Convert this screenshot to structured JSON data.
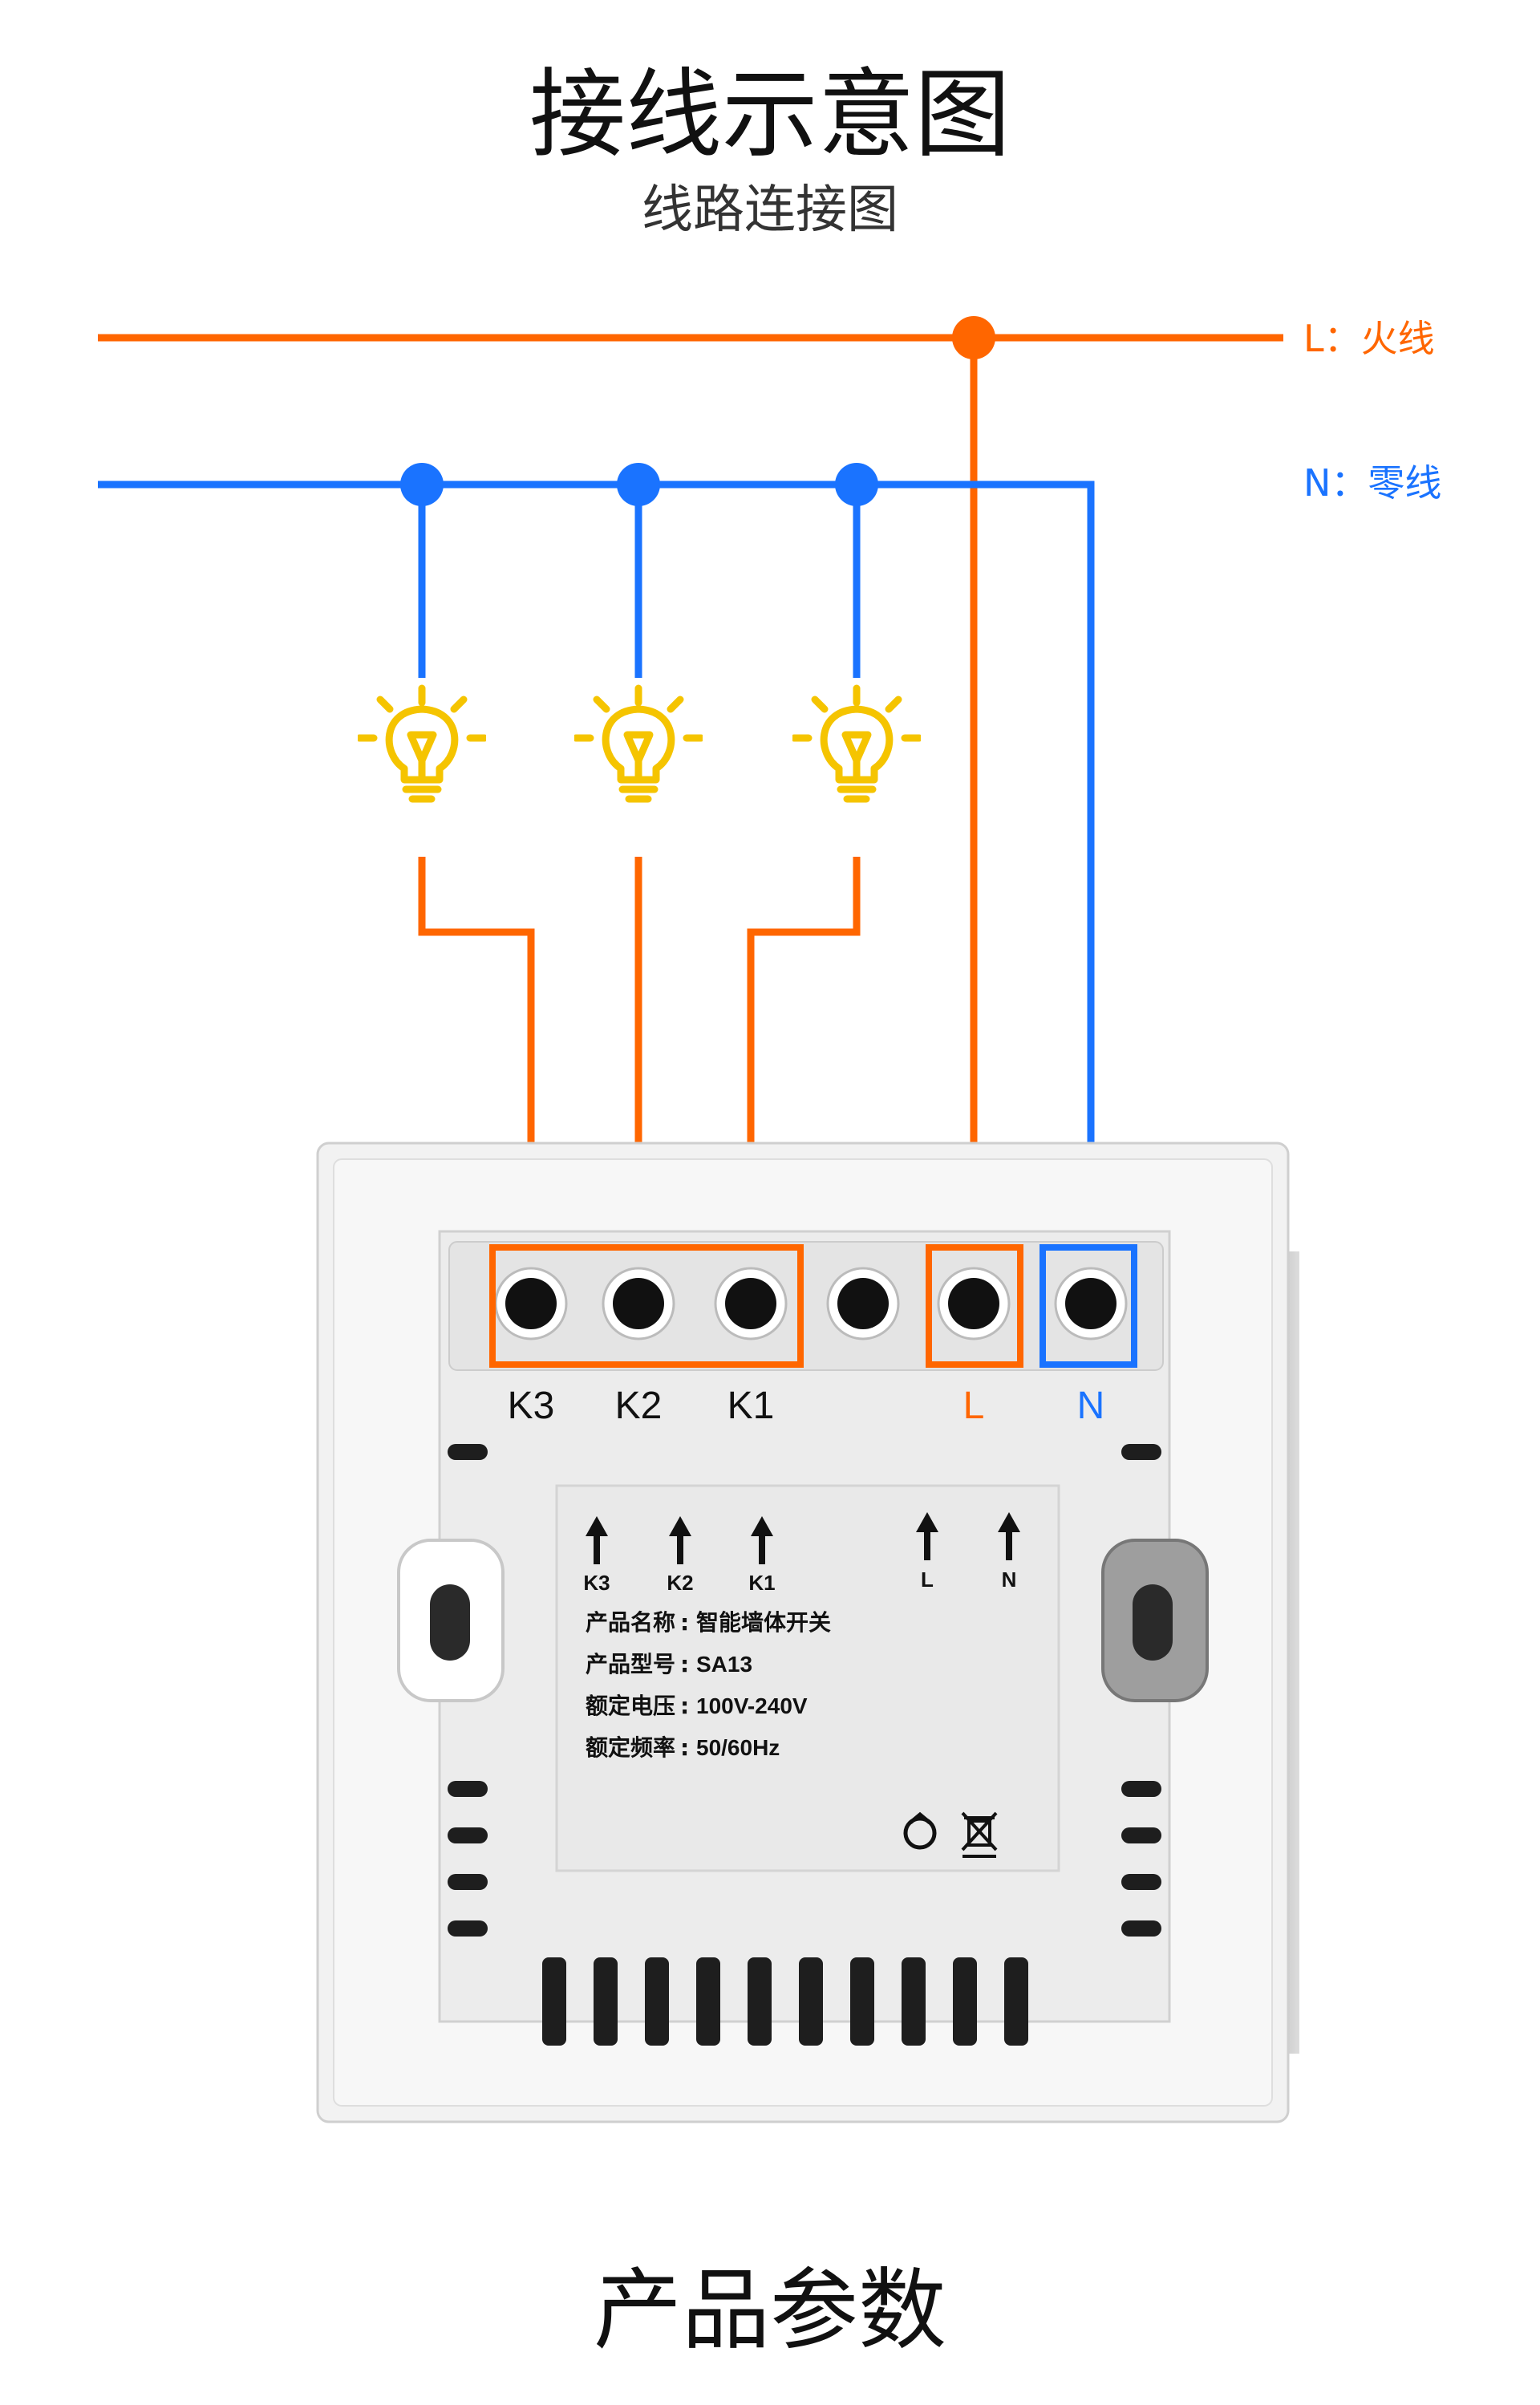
{
  "header": {
    "title": "接线示意图",
    "subtitle": "线路连接图"
  },
  "legend": {
    "live": "L：火线",
    "neutral": "N：零线"
  },
  "colors": {
    "live": "#ff6600",
    "neutral": "#1a73ff",
    "bulb": "#f5c400"
  },
  "terminals": {
    "k3": "K3",
    "k2": "K2",
    "k1": "K1",
    "l": "L",
    "n": "N"
  },
  "label": {
    "arrows": [
      "K3",
      "K2",
      "K1",
      "L",
      "N"
    ],
    "rows": [
      {
        "key": "产品名称",
        "value": "智能墙体开关"
      },
      {
        "key": "产品型号",
        "value": "SA13"
      },
      {
        "key": "额定电压",
        "value": "100V-240V"
      },
      {
        "key": "额定频率",
        "value": "50/60Hz"
      }
    ]
  },
  "footer": {
    "title": "产品参数"
  }
}
